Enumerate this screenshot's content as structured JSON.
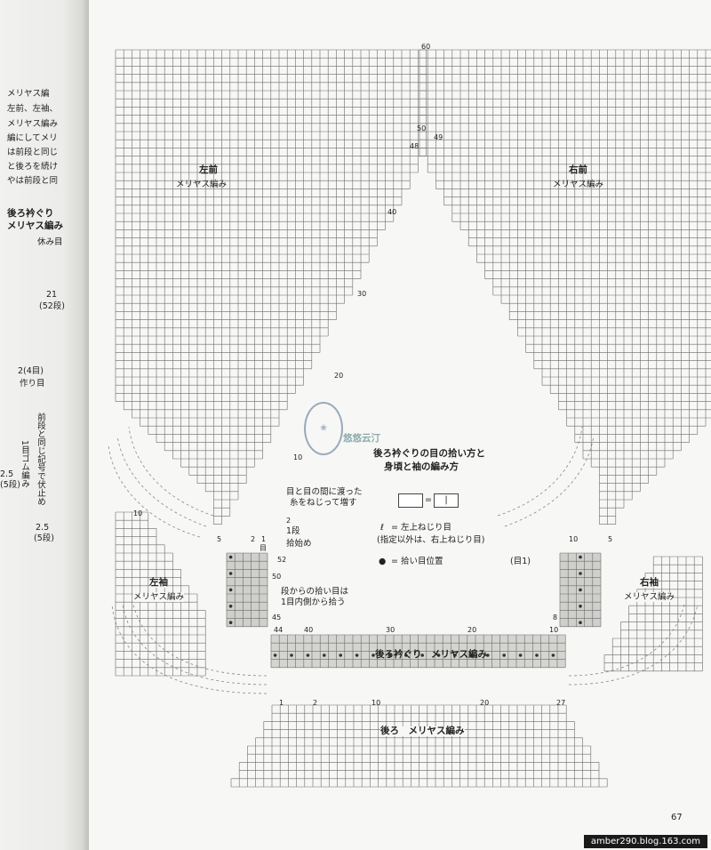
{
  "left_page": {
    "lines": [
      "メリヤス編",
      "左前、左袖、",
      "メリヤス編み",
      "編にしてメリ",
      "は前段と同じ",
      "と後ろを続け",
      "やは前段と同"
    ],
    "back_neck_title": "後ろ衿ぐり",
    "back_neck_sub": "メリヤス編み",
    "rest_label": "休み目",
    "height_label": "21",
    "height_rows": "(52段)",
    "cast_on_w": "2(4目)",
    "cast_on_label": "作り目",
    "rib_note": "前段と同じ記号で伏止め",
    "rib_label": "1目ゴム編み",
    "rib_h1": "2.5",
    "rib_h1b": "(5段)",
    "rib_h2": "2.5",
    "rib_h2b": "(5段)"
  },
  "diagram": {
    "left_front": "左前",
    "left_front_sub": "メリヤス編み",
    "right_front": "右前",
    "right_front_sub": "メリヤス編み",
    "left_sleeve": "左袖",
    "left_sleeve_sub": "メリヤス編み",
    "right_sleeve": "右袖",
    "right_sleeve_sub": "メリヤス編み",
    "back_neck_band": "後ろ衿ぐり　メリヤス編み",
    "back": "後ろ　メリヤス編み",
    "method_title_1": "後ろ衿ぐりの目の拾い方と",
    "method_title_2": "身頃と袖の編み方",
    "increase_note_1": "目と目の間に渡った",
    "increase_note_2": "糸をねじって増す",
    "row_1": "1段",
    "row_2": "2",
    "start": "拾始め",
    "pickup_note_1": "段からの拾い目は",
    "pickup_note_2": "1目内側から拾う",
    "symbol_equal": "=",
    "symbol_one": "|",
    "twist_left": "= 左上ねじり目",
    "twist_note": "(指定以外は、右上ねじり目)",
    "pickup_pos": "= 拾い目位置",
    "watermark": "悠悠云汀",
    "right_start_label": "(目1)",
    "nums": {
      "n60": "60",
      "n50": "50",
      "n49": "49",
      "n48": "48",
      "n40": "40",
      "n30": "30",
      "n20": "20",
      "n10": "10",
      "n5": "5",
      "n2": "2",
      "n1": "1",
      "n1b": "目",
      "n52": "52",
      "n45": "45",
      "n8": "8",
      "b44": "44",
      "b40": "40",
      "b30": "30",
      "b20": "20",
      "b10": "10",
      "b1": "1",
      "k1": "1",
      "k2": "2",
      "k10": "10",
      "k20": "20",
      "k27": "27"
    }
  },
  "page_number": "67",
  "footer": "amber290.blog.163.com"
}
